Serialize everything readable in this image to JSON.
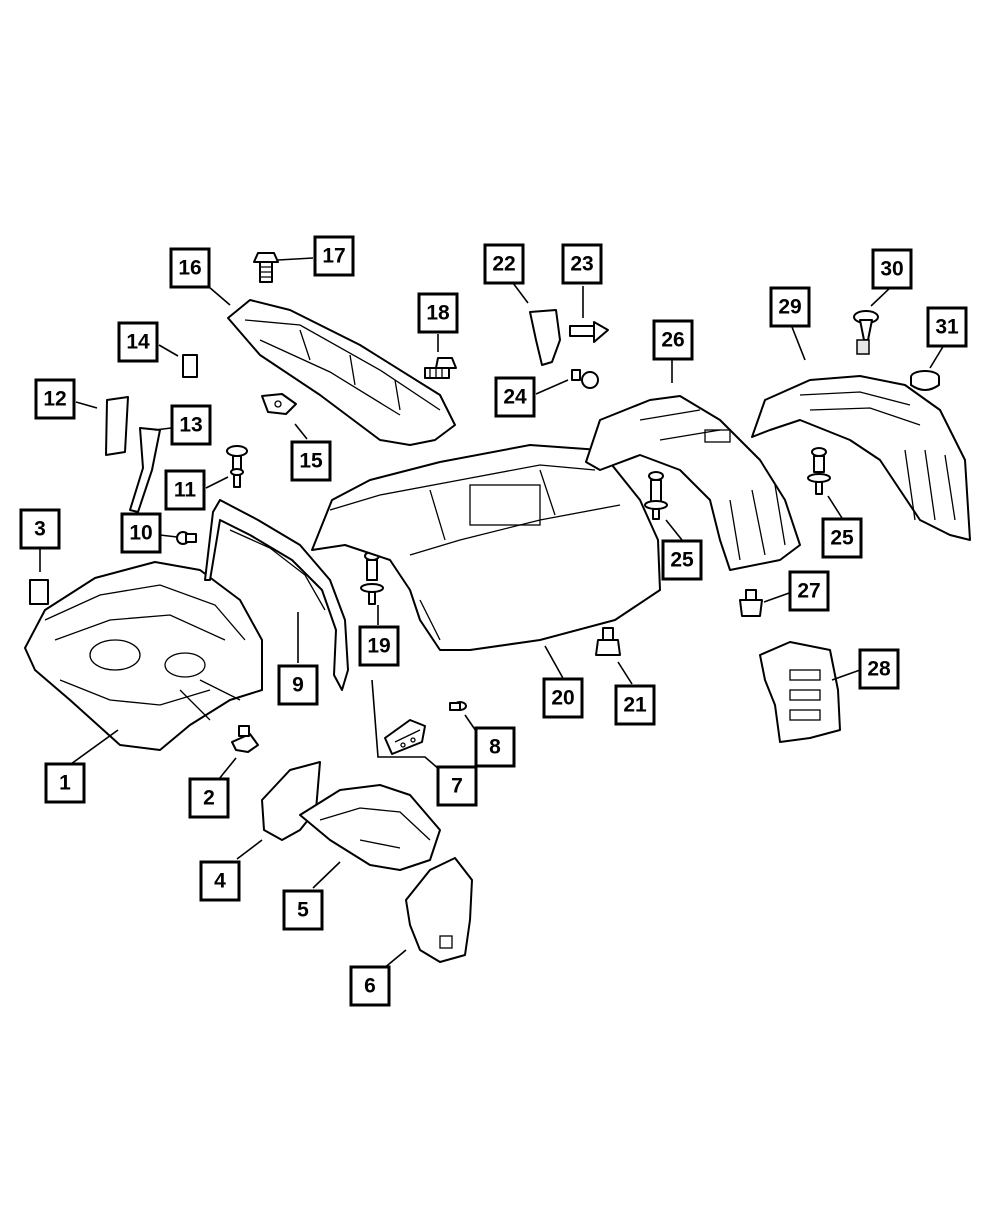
{
  "callouts": {
    "c1": "1",
    "c2": "2",
    "c3": "3",
    "c4": "4",
    "c5": "5",
    "c6": "6",
    "c7": "7",
    "c8": "8",
    "c9": "9",
    "c10": "10",
    "c11": "11",
    "c12": "12",
    "c13": "13",
    "c14": "14",
    "c15": "15",
    "c16": "16",
    "c17": "17",
    "c18": "18",
    "c19": "19",
    "c20": "20",
    "c21": "21",
    "c22": "22",
    "c23": "23",
    "c24": "24",
    "c25a": "25",
    "c25b": "25",
    "c26": "26",
    "c27": "27",
    "c28": "28",
    "c29": "29",
    "c30": "30",
    "c31": "31"
  }
}
